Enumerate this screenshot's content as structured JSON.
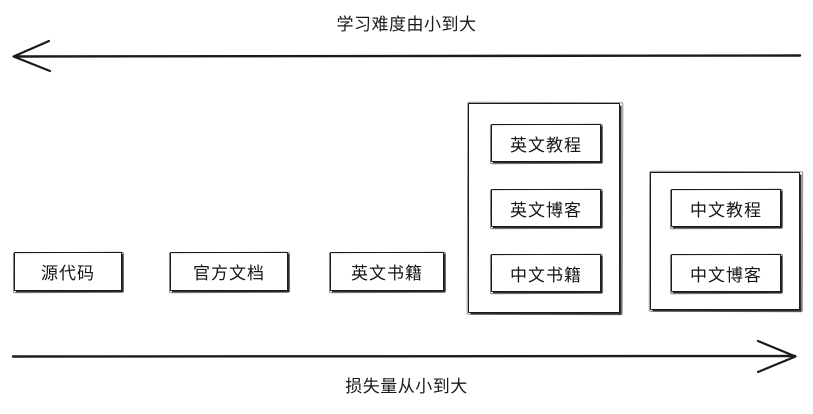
{
  "diagram": {
    "top_axis": {
      "label": "学习难度由小到大",
      "direction": "left",
      "arrow_name": "difficulty-axis-arrow"
    },
    "bottom_axis": {
      "label": "损失量从小到大",
      "direction": "right",
      "arrow_name": "loss-axis-arrow"
    },
    "nodes": [
      {
        "id": "source-code",
        "label": "源代码"
      },
      {
        "id": "official-docs",
        "label": "官方文档"
      },
      {
        "id": "english-books",
        "label": "英文书籍"
      }
    ],
    "groups": [
      {
        "id": "group-english-media",
        "items": [
          {
            "id": "english-tutorial",
            "label": "英文教程"
          },
          {
            "id": "english-blog",
            "label": "英文博客"
          },
          {
            "id": "chinese-books",
            "label": "中文书籍"
          }
        ]
      },
      {
        "id": "group-chinese-media",
        "items": [
          {
            "id": "chinese-tutorial",
            "label": "中文教程"
          },
          {
            "id": "chinese-blog",
            "label": "中文博客"
          }
        ]
      }
    ],
    "colors": {
      "stroke": "#1b1b1b",
      "text": "#161616",
      "background": "#ffffff"
    }
  }
}
